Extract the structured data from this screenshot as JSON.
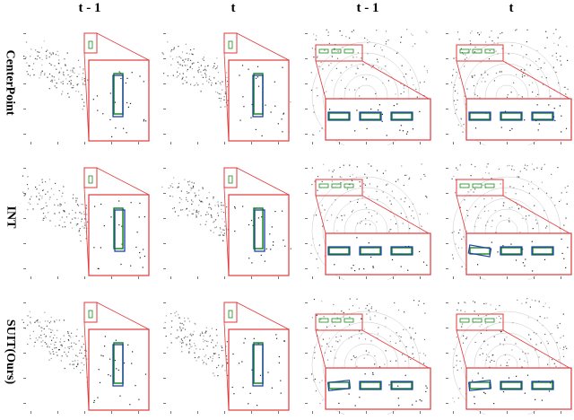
{
  "columns": [
    "t - 1",
    "t",
    "t - 1",
    "t"
  ],
  "rows": [
    "CenterPoint",
    "INT",
    "SUIT(Ours)"
  ],
  "colors": {
    "zoom_frame": "#e0393b",
    "ground_truth_box": "#1a8a1a",
    "prediction_box": "#1d3fb0",
    "points": "#222222"
  },
  "panel_types": [
    "scene_a",
    "scene_a",
    "scene_b",
    "scene_b"
  ]
}
